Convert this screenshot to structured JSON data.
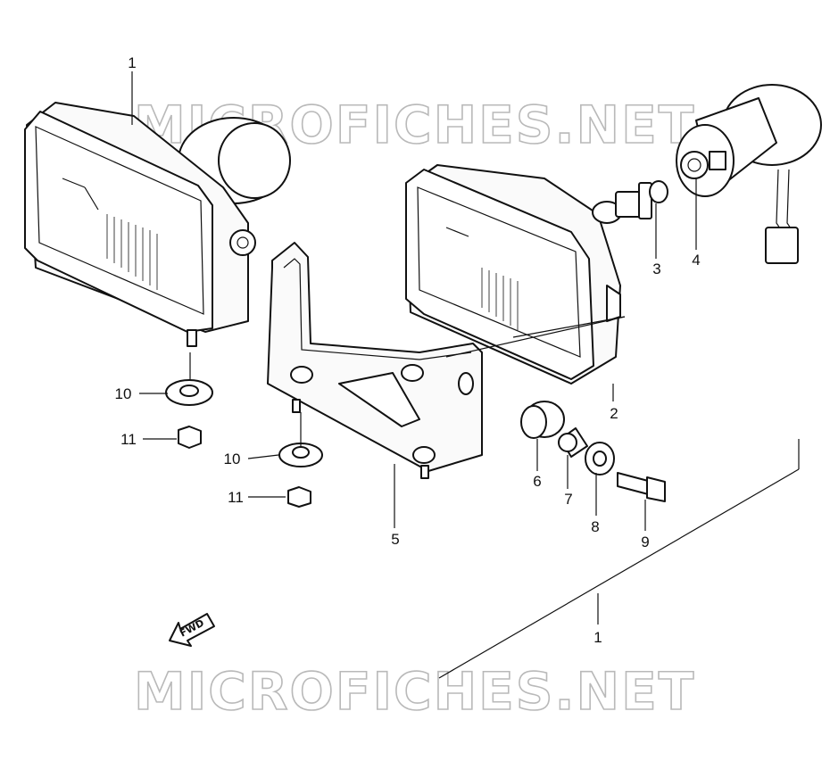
{
  "watermark": {
    "top": "MICROFICHES.NET",
    "bottom": "MICROFICHES.NET"
  },
  "fwd_label": "FWD",
  "callouts": [
    {
      "id": "1-top",
      "label": "1"
    },
    {
      "id": "2",
      "label": "2"
    },
    {
      "id": "3",
      "label": "3"
    },
    {
      "id": "4",
      "label": "4"
    },
    {
      "id": "5",
      "label": "5"
    },
    {
      "id": "6",
      "label": "6"
    },
    {
      "id": "7",
      "label": "7"
    },
    {
      "id": "8",
      "label": "8"
    },
    {
      "id": "9",
      "label": "9"
    },
    {
      "id": "10-left",
      "label": "10"
    },
    {
      "id": "11-left",
      "label": "11"
    },
    {
      "id": "10-mid",
      "label": "10"
    },
    {
      "id": "11-mid",
      "label": "11"
    },
    {
      "id": "1-bottom",
      "label": "1"
    }
  ]
}
